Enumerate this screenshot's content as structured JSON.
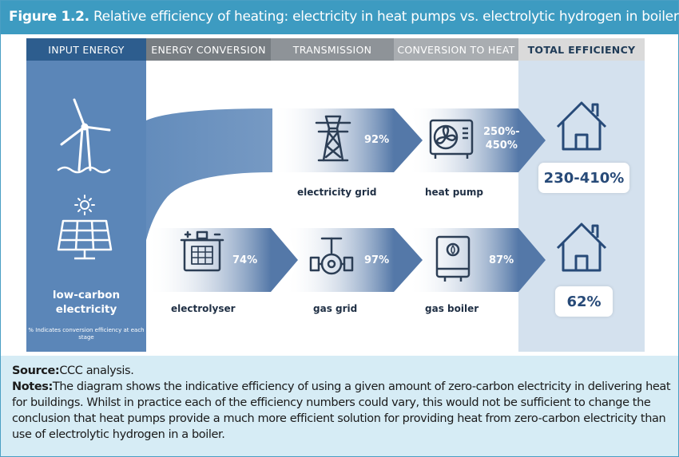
{
  "title": {
    "label": "Figure 1.2.",
    "text": "Relative efficiency of heating: electricity in heat pumps vs. electrolytic hydrogen in boilers"
  },
  "headers": [
    "INPUT ENERGY",
    "ENERGY CONVERSION",
    "TRANSMISSION",
    "CONVERSION TO HEAT",
    "TOTAL EFFICIENCY"
  ],
  "input": {
    "label": "low-carbon\nelectricity",
    "note": "% Indicates conversion efficiency at each stage"
  },
  "electricity_path": {
    "transmission": {
      "pct": "92%",
      "label": "electricity grid",
      "icon": "pylon-icon"
    },
    "heat": {
      "pct_line1": "250%-",
      "pct_line2": "450%",
      "label": "heat pump",
      "icon": "heat-pump-fan-icon"
    },
    "total": "230-410%"
  },
  "hydrogen_path": {
    "conversion": {
      "pct": "74%",
      "label": "electrolyser",
      "icon": "electrolyser-icon"
    },
    "transmission": {
      "pct": "97%",
      "label": "gas grid",
      "icon": "gas-valve-icon"
    },
    "heat": {
      "pct": "87%",
      "label": "gas boiler",
      "icon": "gas-boiler-icon"
    },
    "total": "62%"
  },
  "icons": [
    "wind-turbine-icon",
    "sun-icon",
    "solar-panel-icon",
    "house-icon"
  ],
  "colors": {
    "title_bar": "#3d9bc1",
    "input_column": "#5b86b8",
    "arrow_dark": "#5478a8",
    "total_column": "#d4e1ee",
    "notes_bg": "#d6ecf5",
    "total_text": "#274a78"
  },
  "footer": {
    "source_label": "Source:",
    "source_text": "CCC analysis.",
    "notes_label": "Notes:",
    "notes_text": "The diagram shows the indicative efficiency of using a given amount of zero-carbon electricity in delivering heat for buildings. Whilst in practice each of the efficiency numbers could vary, this would not be sufficient to change the conclusion that heat pumps provide a much more efficient solution for providing heat from zero-carbon electricity than use of electrolytic hydrogen in a boiler."
  }
}
